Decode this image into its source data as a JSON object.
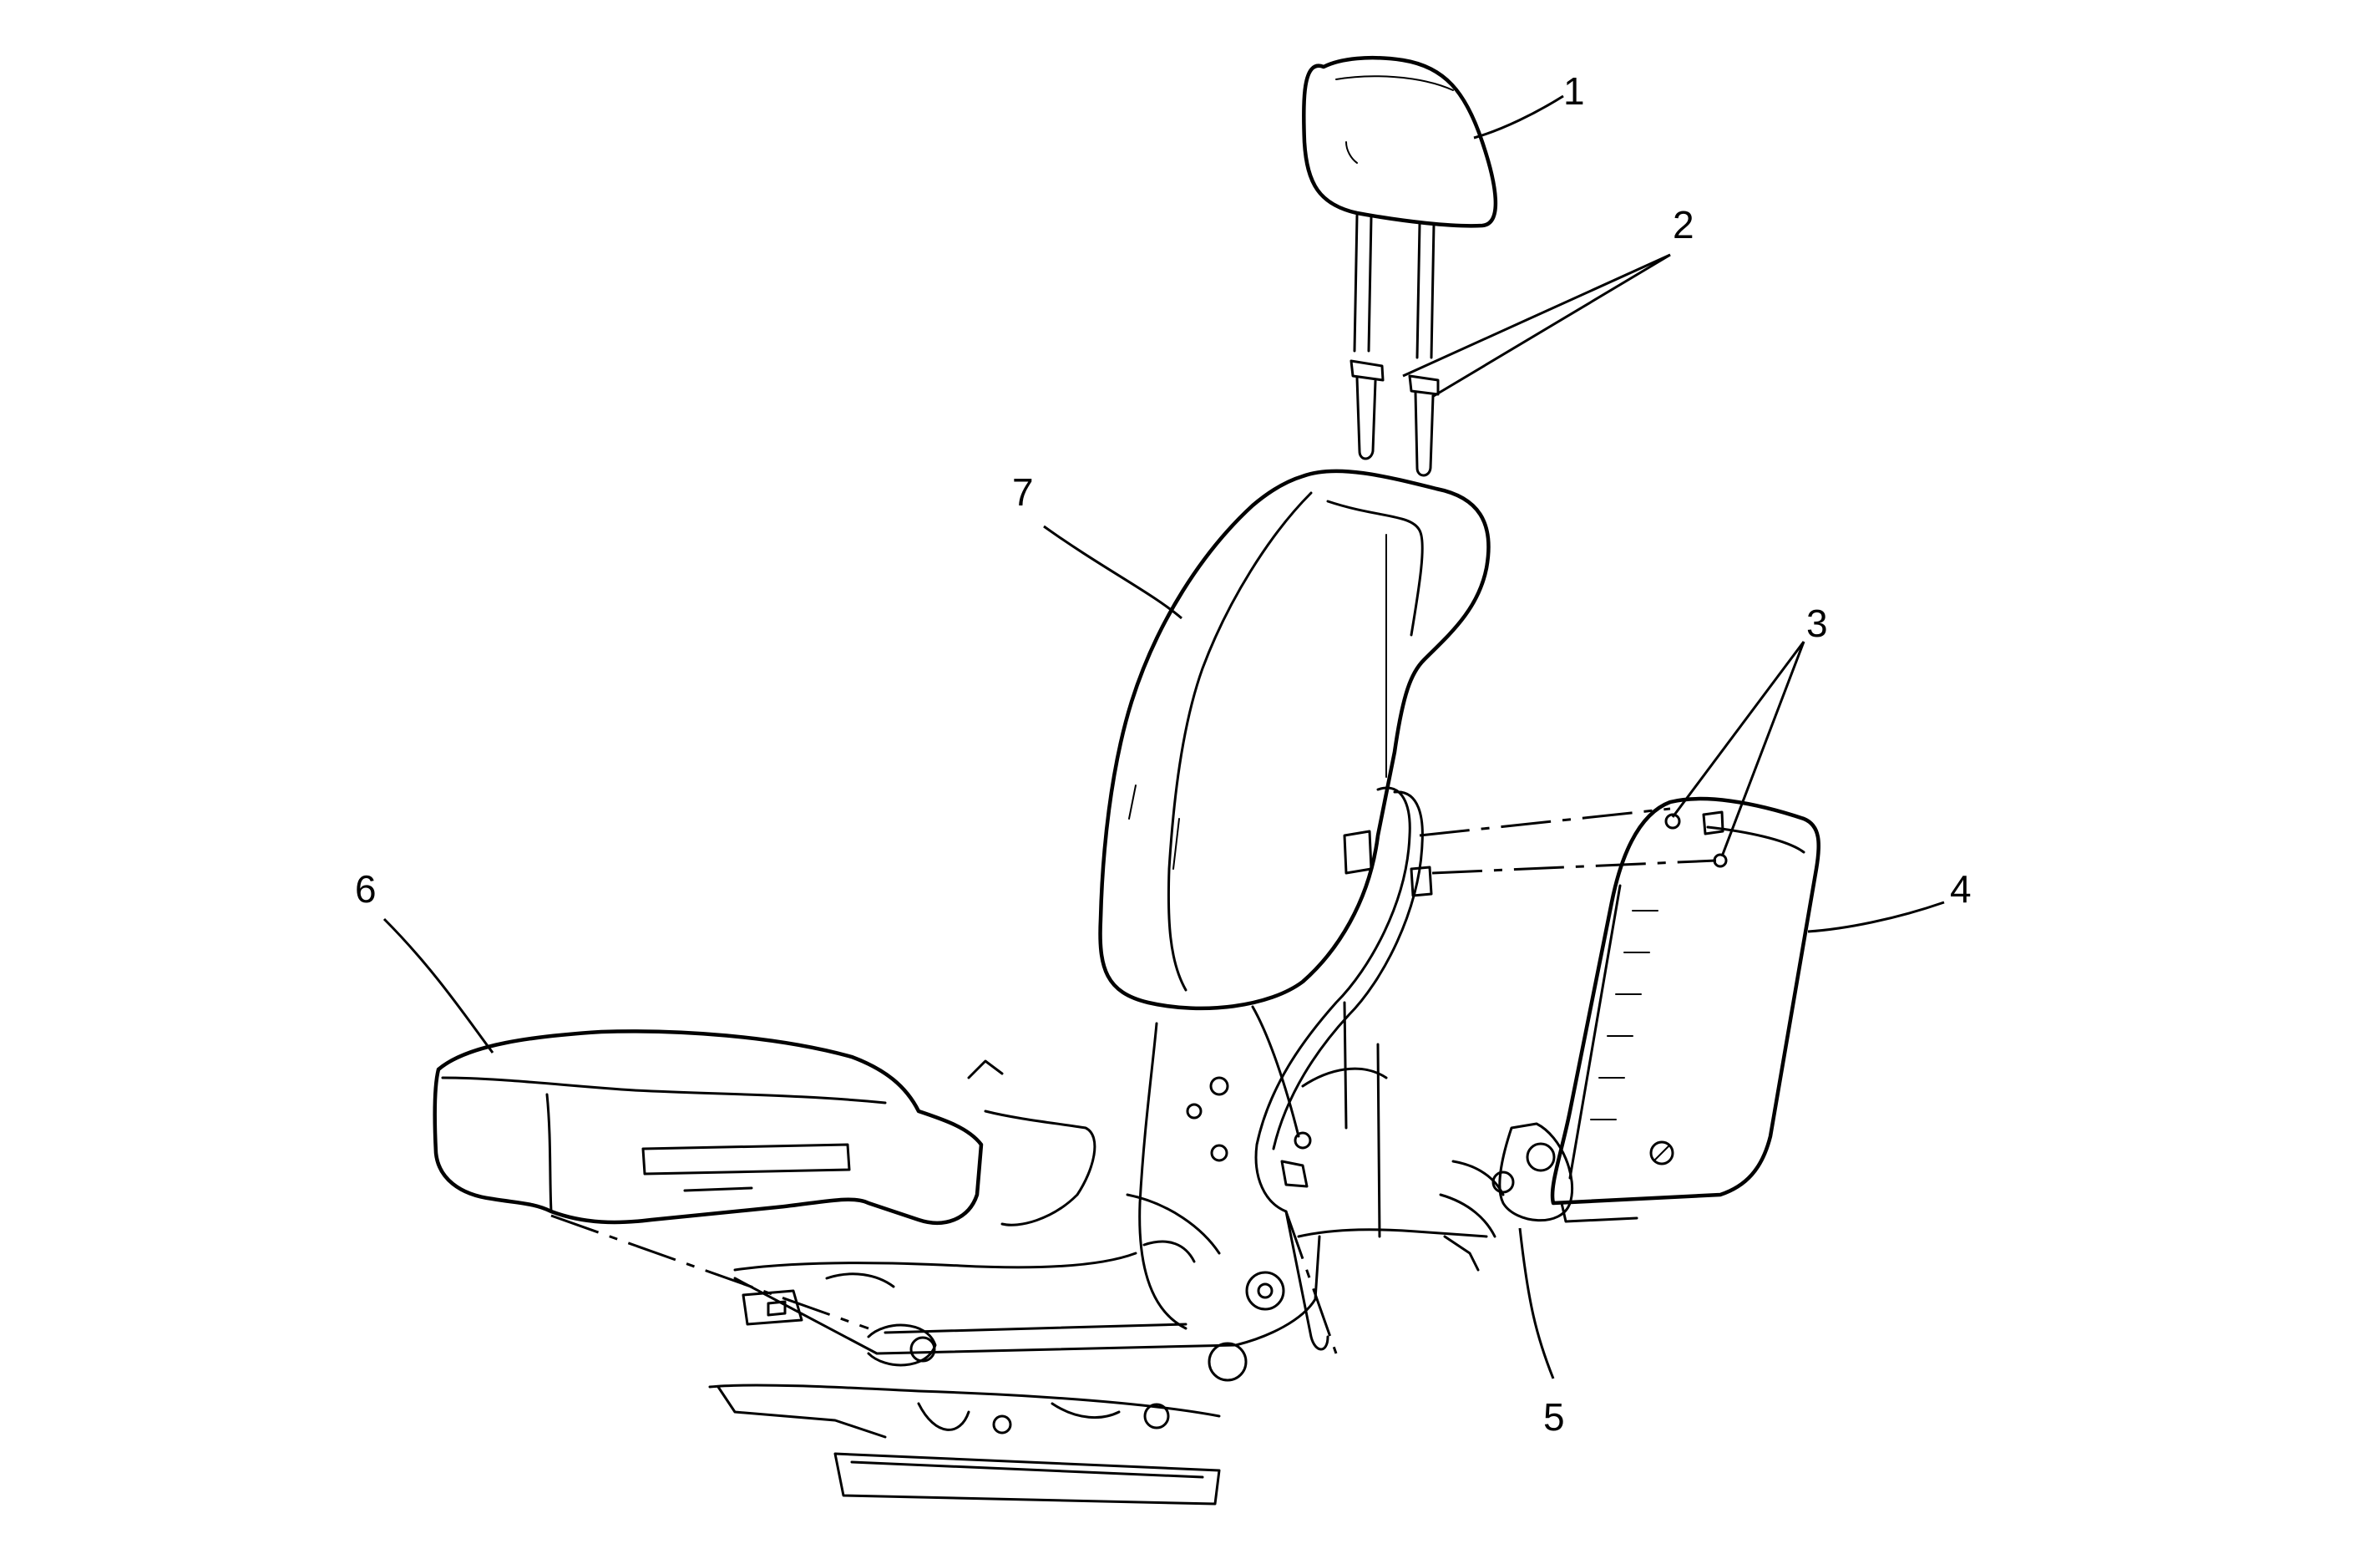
{
  "diagram": {
    "callouts": [
      {
        "id": "1",
        "label": "1"
      },
      {
        "id": "2",
        "label": "2"
      },
      {
        "id": "3",
        "label": "3"
      },
      {
        "id": "4",
        "label": "4"
      },
      {
        "id": "5",
        "label": "5"
      },
      {
        "id": "6",
        "label": "6"
      },
      {
        "id": "7",
        "label": "7"
      }
    ],
    "stroke_color": "#000000",
    "background_color": "#ffffff"
  }
}
